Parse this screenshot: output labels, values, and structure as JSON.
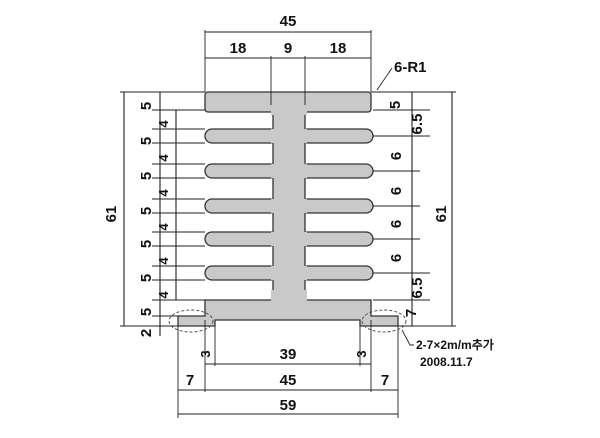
{
  "drawing": {
    "dims": {
      "top_total": "45",
      "top_left": "18",
      "top_mid": "9",
      "top_right": "18",
      "radius": "6-R1",
      "height_left": "61",
      "height_right": "61",
      "left_fins": [
        "5",
        "5",
        "5",
        "5",
        "5",
        "5",
        "5"
      ],
      "left_gaps": [
        "4",
        "4",
        "4",
        "4",
        "4",
        "4"
      ],
      "bottom_left_small": "2",
      "right_side": [
        "5",
        "6.5",
        "6",
        "6",
        "6",
        "6",
        "6.5",
        "7"
      ],
      "bottom_inner": "39",
      "bottom_notch_left": "3",
      "bottom_notch_right": "3",
      "bottom_left_edge": "7",
      "bottom_mid": "45",
      "bottom_right_edge": "7",
      "bottom_total": "59"
    },
    "note_line1": "2-7×2m/m추가",
    "note_line2": "2008.11.7"
  }
}
